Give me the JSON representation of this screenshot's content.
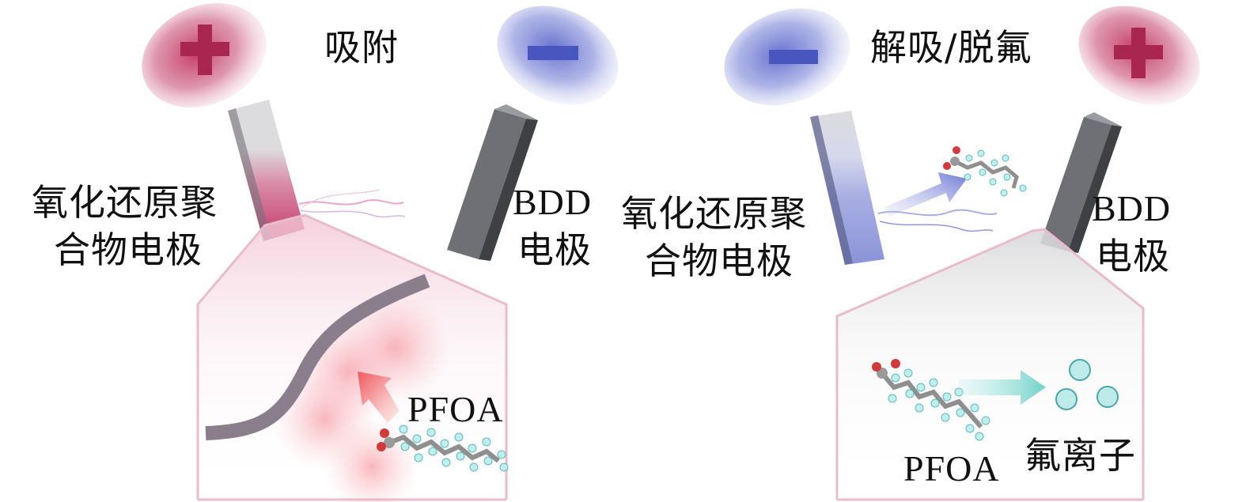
{
  "left_panel": {
    "phase_label": "吸附",
    "anode_sign": "+",
    "cathode_sign": "−",
    "working_electrode_label_line1": "氧化还原聚",
    "working_electrode_label_line2": "合物电极",
    "counter_electrode_label_line1": "BDD",
    "counter_electrode_label_line2": "电极",
    "pollutant_label": "PFOA"
  },
  "right_panel": {
    "phase_label": "解吸/脱氟",
    "cathode_sign": "−",
    "anode_sign": "+",
    "working_electrode_label_line1": "氧化还原聚",
    "working_electrode_label_line2": "合物电极",
    "counter_electrode_label_line1": "BDD",
    "counter_electrode_label_line2": "电极",
    "pollutant_label": "PFOA",
    "product_label": "氟离子"
  },
  "colors": {
    "positive": "#c2305e",
    "negative": "#4f5cc0",
    "bdd_electrode": "#6e7075",
    "frame_border": "#e8bccb",
    "fluoride_ion": "#bfeaea",
    "arrow_red": "#f26b6b",
    "arrow_teal": "#7fd8d0",
    "arrow_blue": "#8790da"
  }
}
